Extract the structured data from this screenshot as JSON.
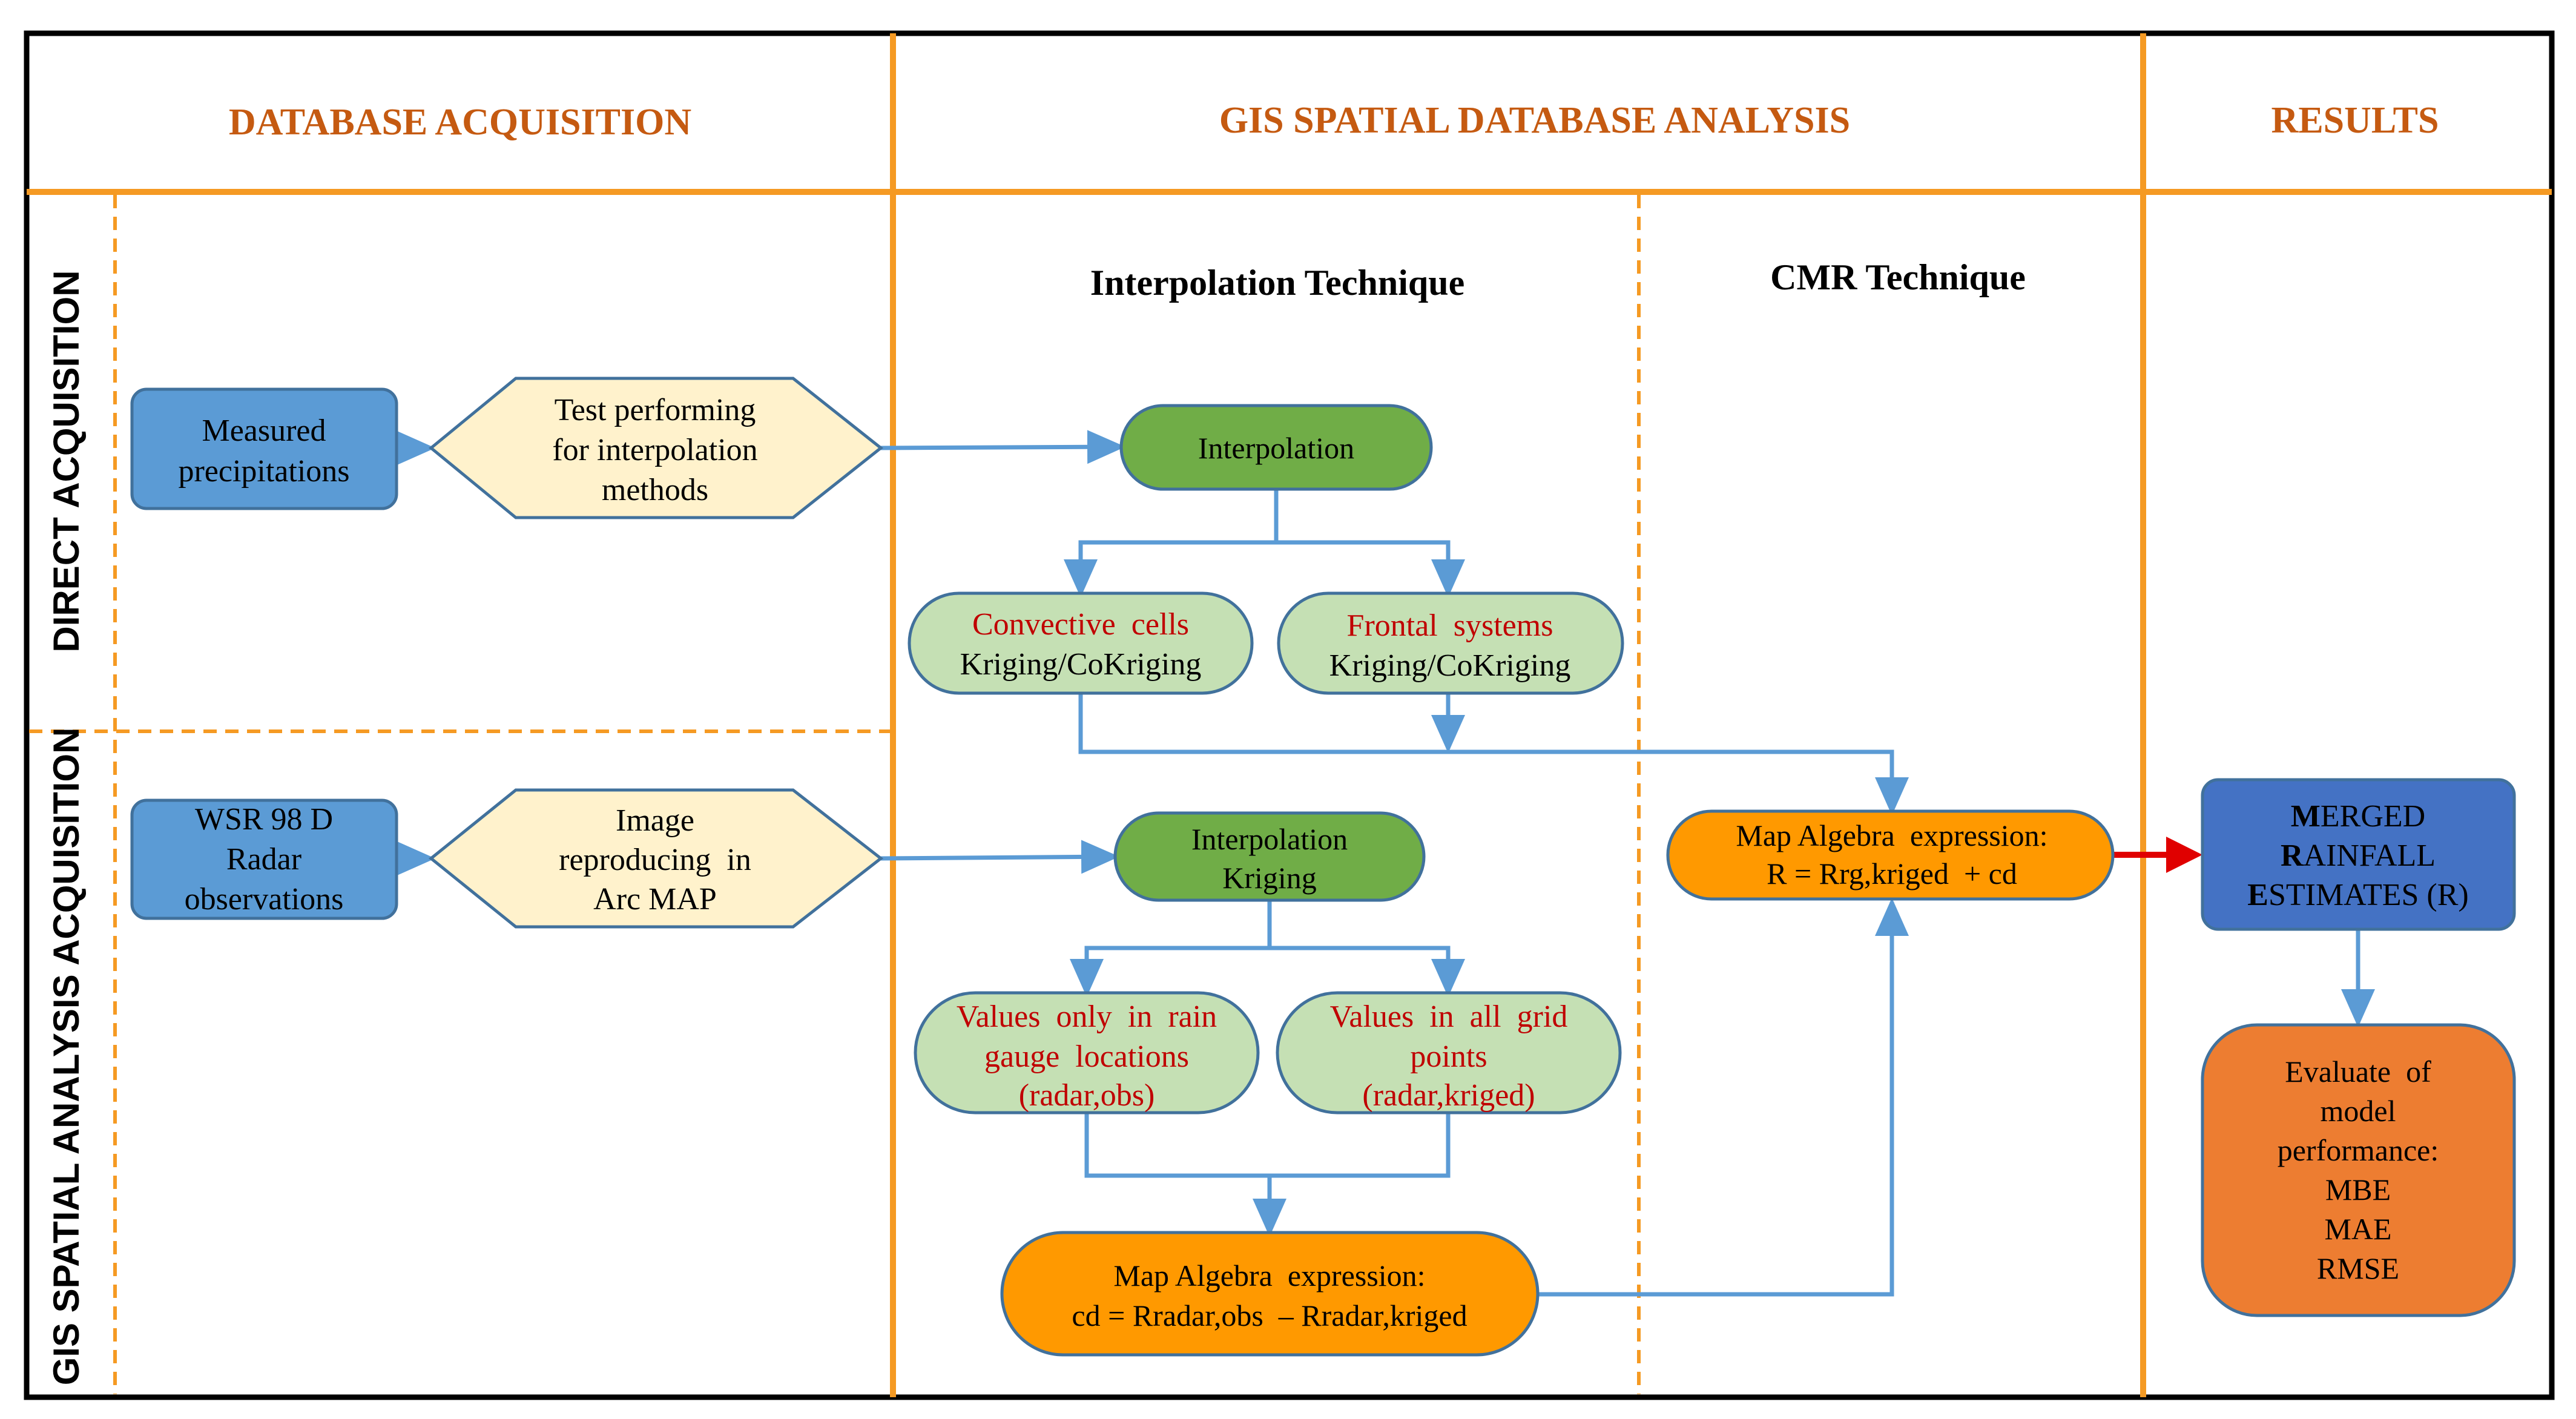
{
  "colors": {
    "accent_orange": "#F59A23",
    "header_text": "#C55A11",
    "blue_box_fill": "#5B9BD5",
    "blue_box_stroke": "#41719C",
    "hex_fill": "#FFF2CC",
    "green_dark_fill": "#70AD47",
    "green_light_fill": "#C5E0B4",
    "orange_fill": "#FF9900",
    "results_blue": "#4472C4",
    "results_orange": "#ED7D31",
    "connector": "#5B9BD5",
    "red_arrow": "#E00000",
    "red_text": "#C00000",
    "frame": "#000000"
  },
  "headers": {
    "database": "DATABASE ACQUISITION",
    "gis": "GIS SPATIAL DATABASE ANALYSIS",
    "results": "RESULTS"
  },
  "row_labels": {
    "direct": "DIRECT ACQUISITION",
    "gis": "GIS SPATIAL ANALYSIS ACQUISITION"
  },
  "subheaders": {
    "interpolation": "Interpolation Technique",
    "cmr": "CMR Technique"
  },
  "nodes": {
    "measured": [
      "Measured",
      "precipitations"
    ],
    "test": [
      "Test performing",
      "for interpolation",
      "methods"
    ],
    "interpolation": [
      "Interpolation"
    ],
    "convective": {
      "red": "Convective  cells",
      "black": "Kriging/CoKriging"
    },
    "frontal": {
      "red": "Frontal  systems",
      "black": "Kriging/CoKriging"
    },
    "wsr": [
      "WSR 98 D",
      "Radar",
      "observations"
    ],
    "image": [
      "Image",
      "reproducing  in",
      "Arc MAP"
    ],
    "interp_kriging": [
      "Interpolation",
      "Kriging"
    ],
    "values_rain": [
      "Values  only  in  rain",
      "gauge  locations",
      "(radar,obs)"
    ],
    "values_grid": [
      "Values  in  all  grid",
      "points",
      "(radar,kriged)"
    ],
    "map_cd": [
      "Map Algebra  expression:",
      "cd = Rradar,obs  – Rradar,kriged"
    ],
    "map_r": [
      "Map Algebra  expression:",
      "R = Rrg,kriged  + cd"
    ],
    "merged": [
      {
        "first": "M",
        "rest": "ERGED"
      },
      {
        "first": "R",
        "rest": "AINFALL"
      },
      {
        "first": "E",
        "rest": "STIMATES (R)"
      }
    ],
    "evaluate": [
      "Evaluate  of",
      "model",
      "performance:",
      "MBE",
      "MAE",
      "RMSE"
    ]
  }
}
